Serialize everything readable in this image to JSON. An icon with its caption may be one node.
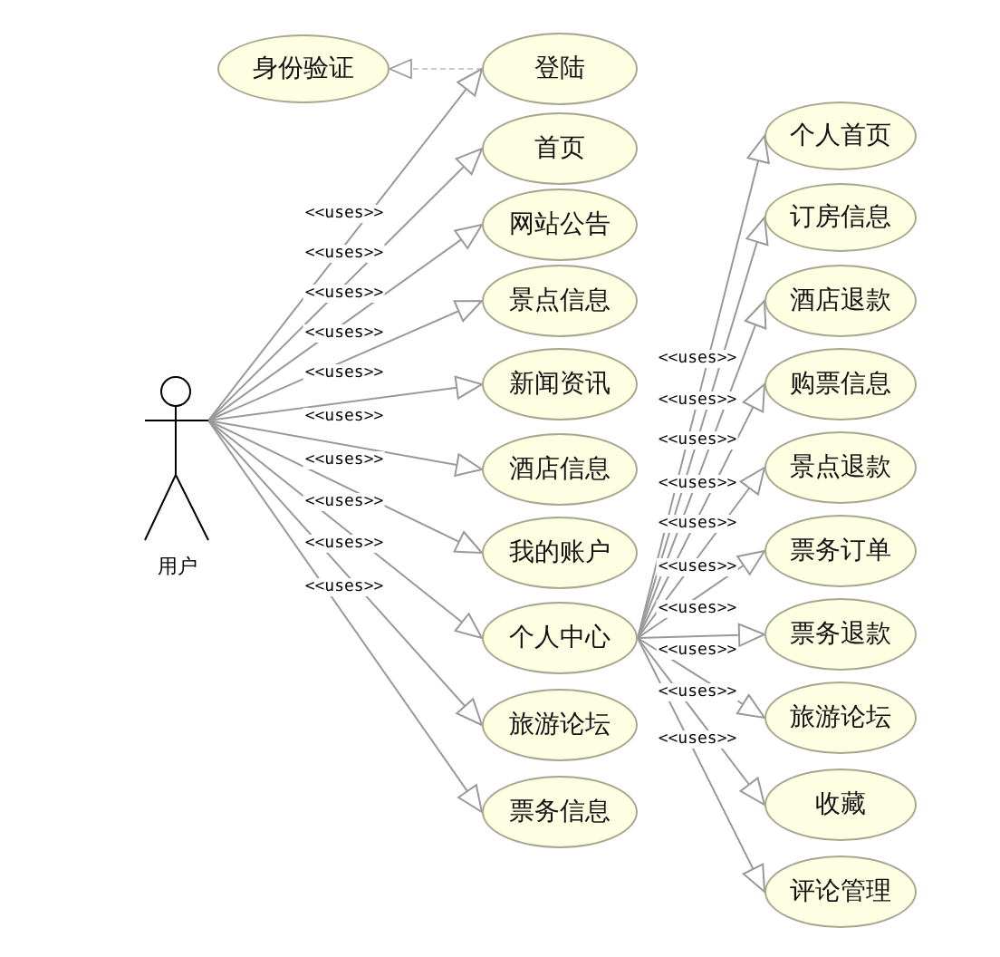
{
  "diagram": {
    "nodes": [
      {
        "text": [
          "身份验证"
        ]
      },
      {
        "text": [
          "登陆"
        ]
      },
      {
        "text": [
          "首页"
        ]
      },
      {
        "text": [
          "网站公告"
        ]
      },
      {
        "text": [
          "景点信息"
        ]
      },
      {
        "text": [
          "新闻资讯"
        ]
      },
      {
        "text": [
          "酒店信息"
        ]
      },
      {
        "text": [
          "我的账户"
        ]
      },
      {
        "text": [
          "个人中心"
        ]
      },
      {
        "text": [
          "旅游论坛"
        ]
      },
      {
        "text": [
          "票务信息"
        ]
      },
      {
        "text": [
          "用户"
        ]
      },
      {
        "text": [
          "个人首页"
        ]
      },
      {
        "text": [
          "订房信息"
        ]
      },
      {
        "text": [
          "酒店退款"
        ]
      },
      {
        "text": [
          "购票信息"
        ]
      },
      {
        "text": [
          "景点退款"
        ]
      },
      {
        "text": [
          "票务订单"
        ]
      },
      {
        "text": [
          "票务退款"
        ]
      },
      {
        "text": [
          "旅游论坛"
        ]
      },
      {
        "text": [
          "收藏"
        ]
      },
      {
        "text": [
          "评论管理"
        ]
      }
    ],
    "edges": [
      {
        "from": 1,
        "to": 0,
        "arrow": "to",
        "style": "dashed",
        "color": "#cccccc"
      },
      {
        "from": 11,
        "to": 1,
        "arrow": "to",
        "label": "<<uses>>"
      },
      {
        "from": 11,
        "to": 2,
        "arrow": "to",
        "label": "<<uses>>"
      },
      {
        "from": 11,
        "to": 3,
        "arrow": "to",
        "label": "<<uses>>"
      },
      {
        "from": 11,
        "to": 4,
        "arrow": "to",
        "label": "<<uses>>"
      },
      {
        "from": 11,
        "to": 5,
        "arrow": "to",
        "label": "<<uses>>"
      },
      {
        "from": 11,
        "to": 6,
        "arrow": "to",
        "label": "<<uses>>"
      },
      {
        "from": 11,
        "to": 7,
        "arrow": "to",
        "label": "<<uses>>"
      },
      {
        "from": 11,
        "to": 8,
        "arrow": "to",
        "label": "<<uses>>"
      },
      {
        "from": 11,
        "to": 9,
        "arrow": "to",
        "label": "<<uses>>"
      },
      {
        "from": 11,
        "to": 10,
        "arrow": "to",
        "label": "<<uses>>"
      },
      {
        "from": 8,
        "to": 12,
        "arrow": "to",
        "label": "<<uses>>"
      },
      {
        "from": 8,
        "to": 13,
        "arrow": "to",
        "label": "<<uses>>"
      },
      {
        "from": 8,
        "to": 14,
        "arrow": "to",
        "label": "<<uses>>"
      },
      {
        "from": 8,
        "to": 15,
        "arrow": "to",
        "label": "<<uses>>"
      },
      {
        "from": 8,
        "to": 16,
        "arrow": "to",
        "label": "<<uses>>"
      },
      {
        "from": 8,
        "to": 17,
        "arrow": "to",
        "label": "<<uses>>"
      },
      {
        "from": 8,
        "to": 18,
        "arrow": "to",
        "label": "<<uses>>"
      },
      {
        "from": 8,
        "to": 19,
        "arrow": "to",
        "label": "<<uses>>"
      },
      {
        "from": 8,
        "to": 20,
        "arrow": "to",
        "label": "<<uses>>"
      },
      {
        "from": 8,
        "to": 21,
        "arrow": "to",
        "label": "<<uses>>"
      }
    ]
  }
}
